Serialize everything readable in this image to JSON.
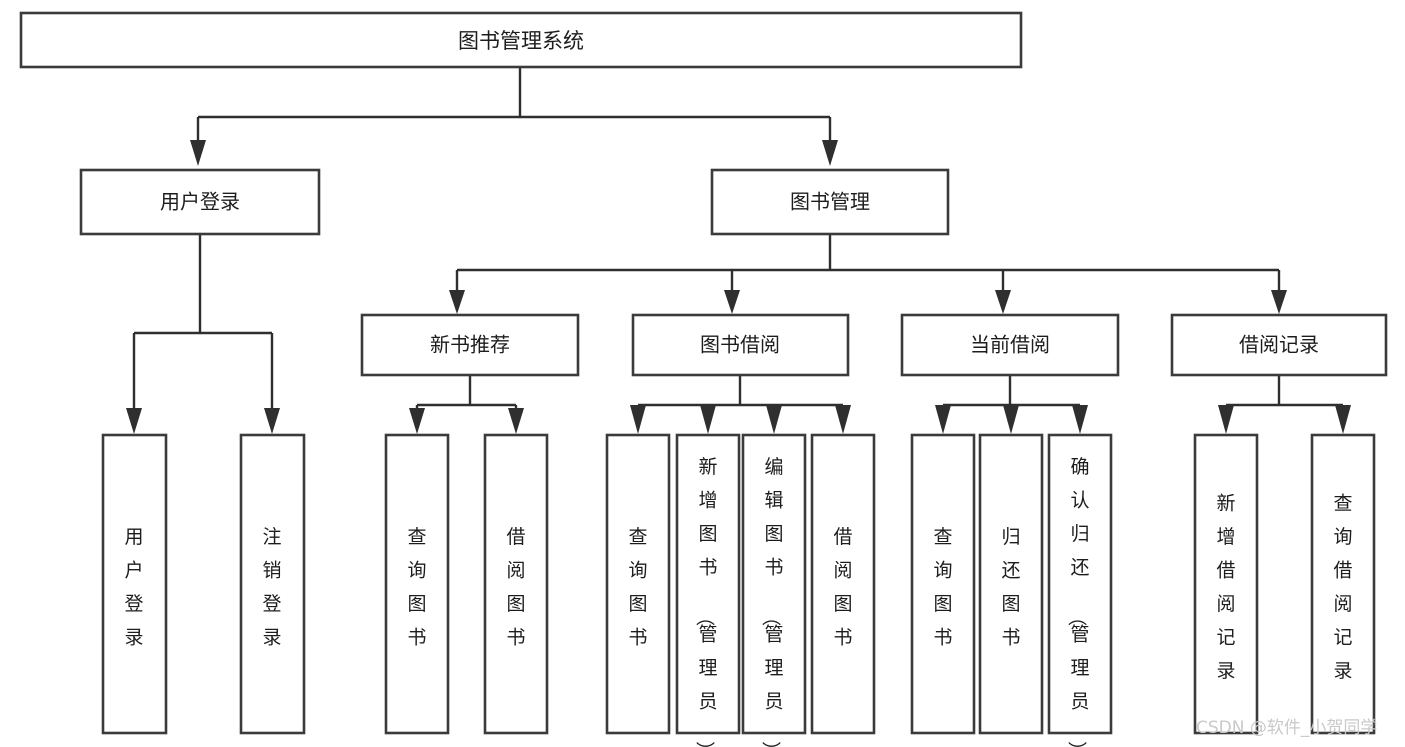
{
  "diagram": {
    "type": "tree-hierarchy",
    "title": "图书管理系统",
    "root": {
      "id": "root",
      "label": "图书管理系统",
      "orientation": "horizontal"
    },
    "level2": [
      {
        "id": "user-login",
        "label": "用户登录",
        "orientation": "horizontal"
      },
      {
        "id": "book-manage",
        "label": "图书管理",
        "orientation": "horizontal"
      }
    ],
    "level3": [
      {
        "id": "new-book-recommend",
        "label": "新书推荐",
        "parent": "book-manage",
        "orientation": "horizontal"
      },
      {
        "id": "book-borrow",
        "label": "图书借阅",
        "parent": "book-manage",
        "orientation": "horizontal"
      },
      {
        "id": "current-borrow",
        "label": "当前借阅",
        "parent": "book-manage",
        "orientation": "horizontal"
      },
      {
        "id": "borrow-record",
        "label": "借阅记录",
        "parent": "book-manage",
        "orientation": "horizontal"
      }
    ],
    "leaves": [
      {
        "id": "leaf-user-login",
        "label": "用户登录",
        "parent": "user-login",
        "orientation": "vertical"
      },
      {
        "id": "leaf-user-logout",
        "label": "注销登录",
        "parent": "user-login",
        "orientation": "vertical"
      },
      {
        "id": "leaf-query-book-1",
        "label": "查询图书",
        "parent": "new-book-recommend",
        "orientation": "vertical"
      },
      {
        "id": "leaf-borrow-book-1",
        "label": "借阅图书",
        "parent": "new-book-recommend",
        "orientation": "vertical"
      },
      {
        "id": "leaf-query-book-2",
        "label": "查询图书",
        "parent": "book-borrow",
        "orientation": "vertical"
      },
      {
        "id": "leaf-add-book",
        "label": "新增图书（管理员）",
        "parent": "book-borrow",
        "orientation": "vertical"
      },
      {
        "id": "leaf-edit-book",
        "label": "编辑图书（管理员）",
        "parent": "book-borrow",
        "orientation": "vertical"
      },
      {
        "id": "leaf-borrow-book-2",
        "label": "借阅图书",
        "parent": "book-borrow",
        "orientation": "vertical"
      },
      {
        "id": "leaf-query-book-3",
        "label": "查询图书",
        "parent": "current-borrow",
        "orientation": "vertical"
      },
      {
        "id": "leaf-return-book",
        "label": "归还图书",
        "parent": "current-borrow",
        "orientation": "vertical"
      },
      {
        "id": "leaf-confirm-return",
        "label": "确认归还（管理员）",
        "parent": "current-borrow",
        "orientation": "vertical"
      },
      {
        "id": "leaf-add-record",
        "label": "新增借阅记录",
        "parent": "borrow-record",
        "orientation": "vertical"
      },
      {
        "id": "leaf-query-record",
        "label": "查询借阅记录",
        "parent": "borrow-record",
        "orientation": "vertical"
      }
    ],
    "colors": {
      "box_fill": "#ffffff",
      "box_stroke": "#3b3b3b",
      "edge": "#2f2f2f",
      "text": "#1d1d1d",
      "background": "#ffffff",
      "watermark": "#c9c9c9"
    }
  },
  "watermark": {
    "text": "CSDN @软件_小贺同学"
  }
}
